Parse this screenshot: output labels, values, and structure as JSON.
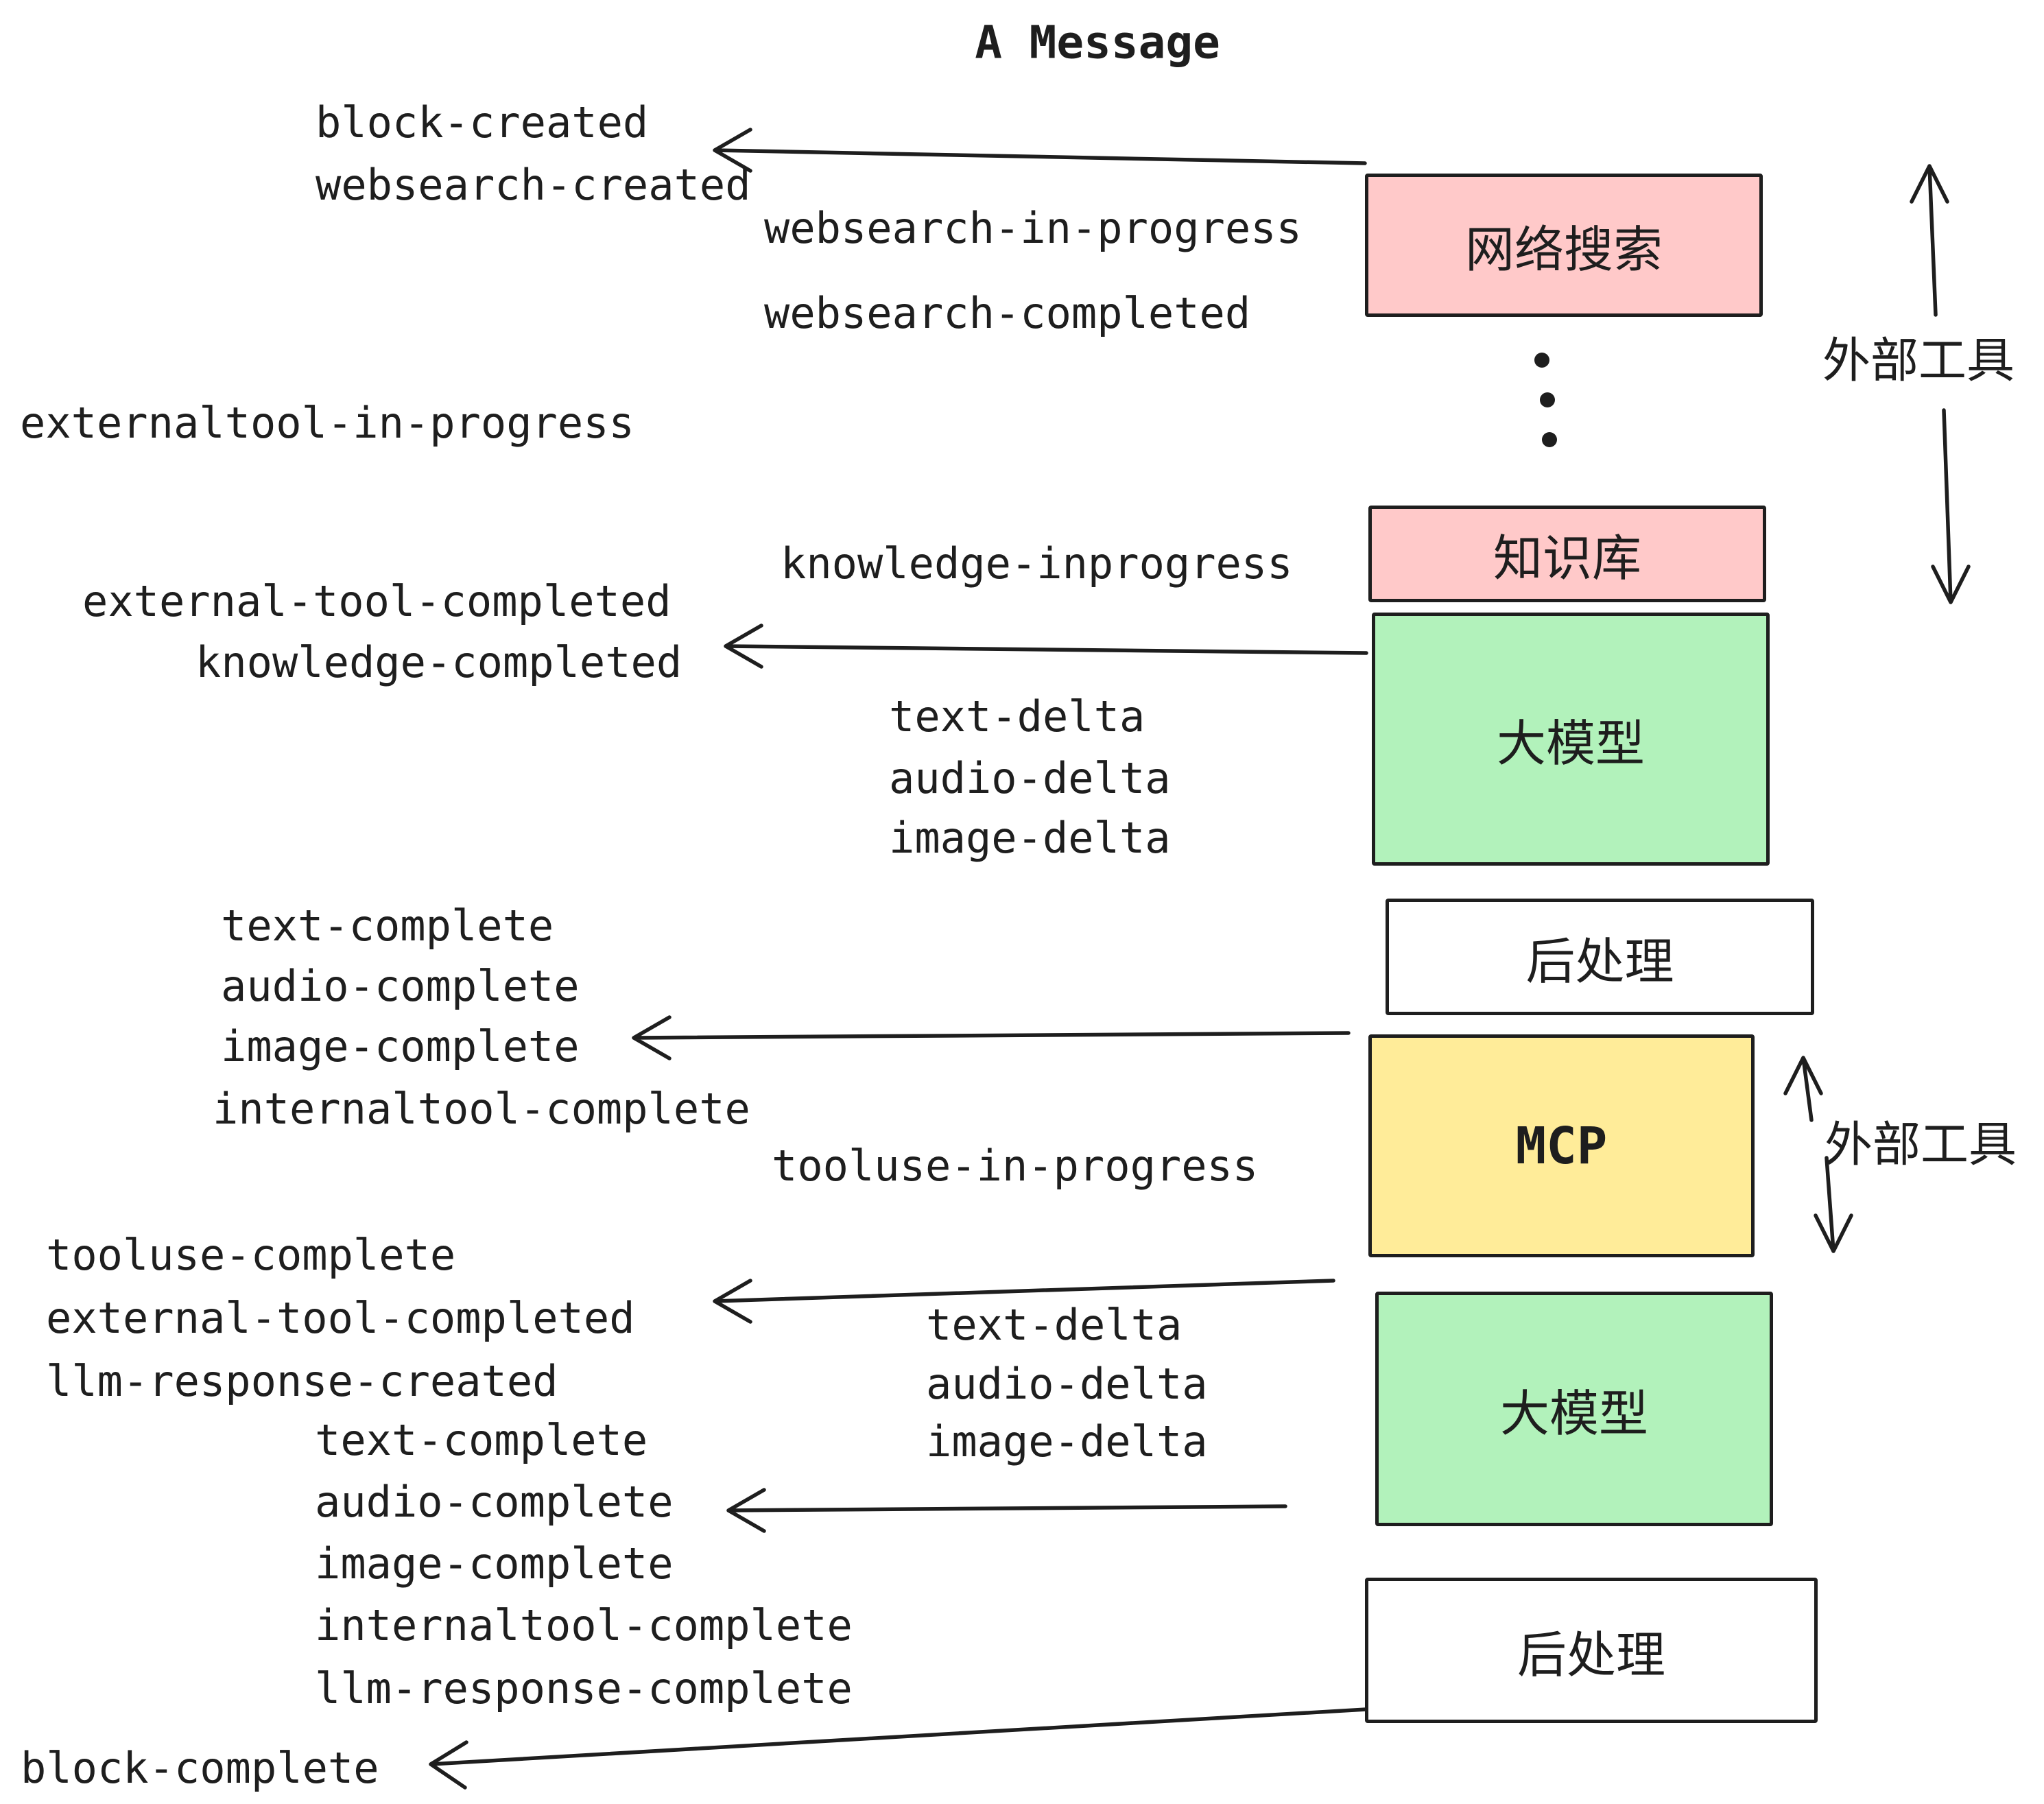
{
  "title": "A Message",
  "colors": {
    "pink": "#ffc9c9",
    "green": "#b2f2bb",
    "yellow": "#ffec99",
    "white": "#ffffff",
    "ink": "#1e1e1e"
  },
  "boxes": [
    {
      "id": "websearch",
      "label": "网络搜索",
      "fill": "pink"
    },
    {
      "id": "knowledge-base",
      "label": "知识库",
      "fill": "pink"
    },
    {
      "id": "llm-1",
      "label": "大模型",
      "fill": "green"
    },
    {
      "id": "postprocess-1",
      "label": "后处理",
      "fill": "white"
    },
    {
      "id": "mcp",
      "label": "MCP",
      "fill": "yellow"
    },
    {
      "id": "llm-2",
      "label": "大模型",
      "fill": "green"
    },
    {
      "id": "postprocess-2",
      "label": "后处理",
      "fill": "white"
    }
  ],
  "side_annotations": [
    {
      "id": "external-tools-top",
      "label": "外部工具"
    },
    {
      "id": "external-tools-mcp",
      "label": "外部工具"
    }
  ],
  "ellipsis_dot_count": 3,
  "events": [
    {
      "text": "block-created"
    },
    {
      "text": "websearch-created"
    },
    {
      "text": "websearch-in-progress"
    },
    {
      "text": "websearch-completed"
    },
    {
      "text": "externaltool-in-progress"
    },
    {
      "text": "knowledge-inprogress"
    },
    {
      "text": "external-tool-completed"
    },
    {
      "text": "knowledge-completed"
    },
    {
      "text": "text-delta"
    },
    {
      "text": "audio-delta"
    },
    {
      "text": "image-delta"
    },
    {
      "text": "text-complete"
    },
    {
      "text": "audio-complete"
    },
    {
      "text": "image-complete"
    },
    {
      "text": "internaltool-complete"
    },
    {
      "text": "tooluse-in-progress"
    },
    {
      "text": "tooluse-complete"
    },
    {
      "text": "external-tool-completed"
    },
    {
      "text": "llm-response-created"
    },
    {
      "text": "text-complete"
    },
    {
      "text": "text-delta"
    },
    {
      "text": "audio-delta"
    },
    {
      "text": "image-delta"
    },
    {
      "text": "audio-complete"
    },
    {
      "text": "image-complete"
    },
    {
      "text": "internaltool-complete"
    },
    {
      "text": "llm-response-complete"
    },
    {
      "text": "block-complete"
    }
  ]
}
